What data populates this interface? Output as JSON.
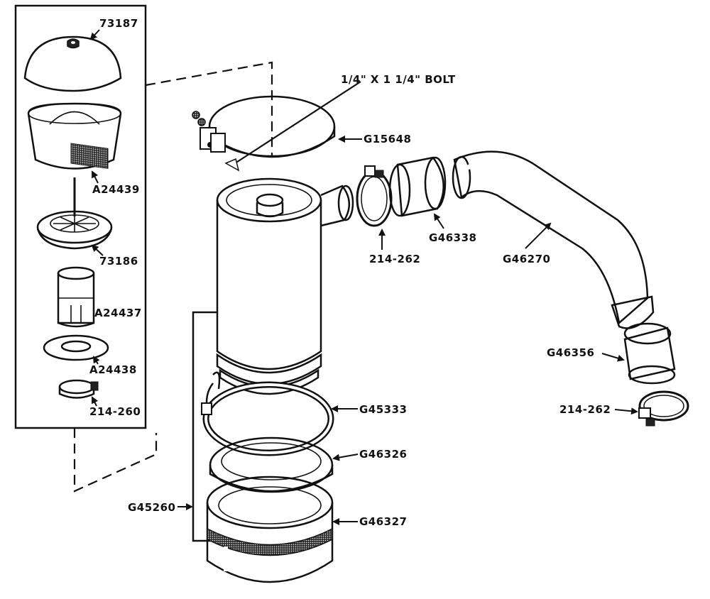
{
  "labels": {
    "cap": "73187",
    "bowl": "A24439",
    "baffle": "73186",
    "sleeve": "A24437",
    "gasket": "A24438",
    "small_clamp": "214-260",
    "bolt": "1/4\" X 1 1/4\" BOLT",
    "band_clamp": "G15648",
    "hose_clamp_upper": "214-262",
    "hose_upper": "G46338",
    "elbow_pipe": "G46270",
    "hose_lower": "G46356",
    "hose_clamp_lower": "214-262",
    "cup_clamp": "G45333",
    "cup_gasket": "G46326",
    "oil_cup": "G46327",
    "assembly": "G45260"
  }
}
